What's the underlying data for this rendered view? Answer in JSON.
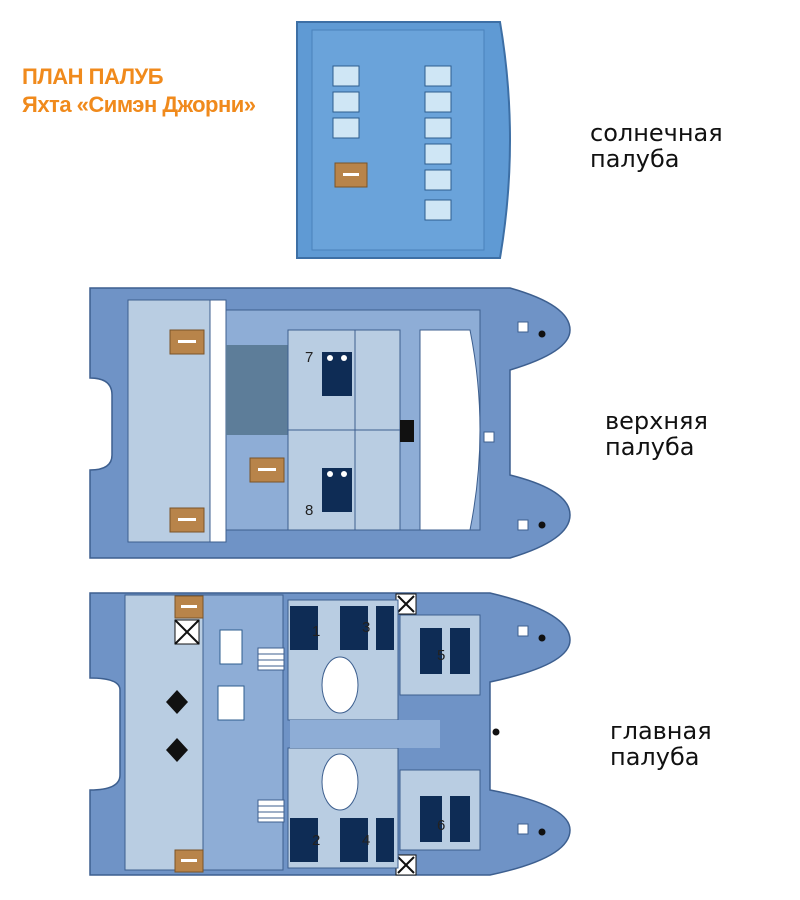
{
  "title": {
    "line1": "ПЛАН ПАЛУБ",
    "line2": "Яхта «Симэн Джорни»"
  },
  "decks": {
    "sun": {
      "line1": "солнечная",
      "line2": "палуба"
    },
    "upper": {
      "line1": "верхняя",
      "line2": "палуба"
    },
    "main": {
      "line1": "главная",
      "line2": "палуба"
    }
  },
  "cabins": {
    "c1": "1",
    "c2": "2",
    "c3": "3",
    "c4": "4",
    "c5": "5",
    "c6": "6",
    "c7": "7",
    "c8": "8"
  },
  "colors": {
    "hull": "#6f93c6",
    "deck": "#8eadd6",
    "light_room": "#b9cde2",
    "sun_deck": "#5f9ad4",
    "outline": "#3d5f8f",
    "accent_title": "#f08a1c",
    "brown_table": "#b8844a",
    "bed_dark": "#0e2c55"
  },
  "icons": [
    "sunbed-icon",
    "table-icon",
    "bed-icon",
    "dining-table-icon",
    "stairs-icon",
    "toilet-icon",
    "shower-icon"
  ]
}
